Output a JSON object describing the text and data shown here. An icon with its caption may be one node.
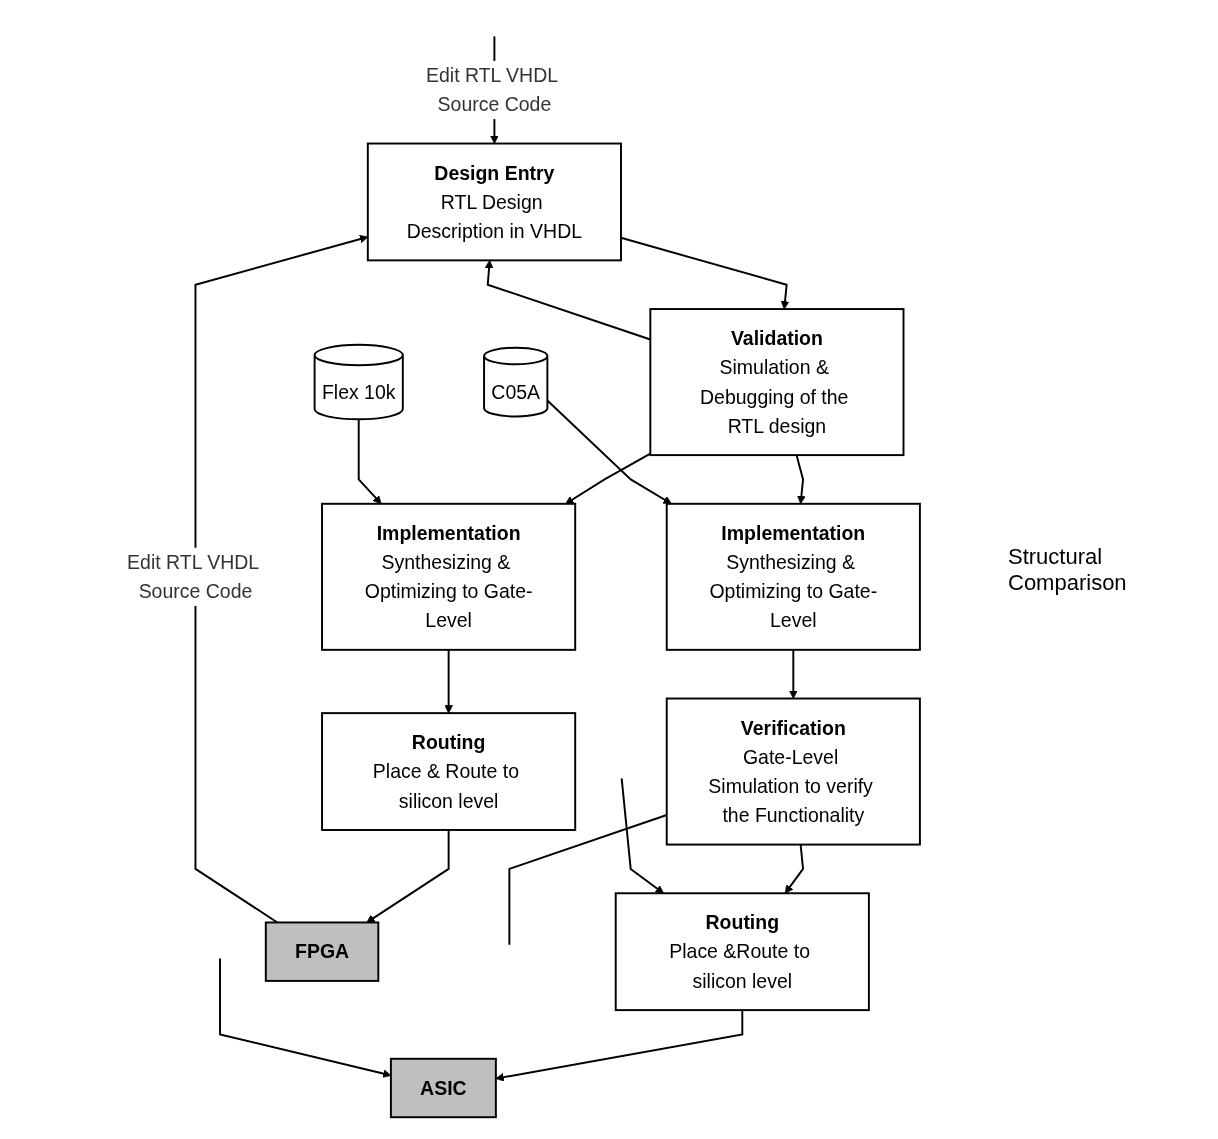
{
  "diagram": {
    "nodes": [
      {
        "text": [
          "Design Entry",
          "RTL Design Description in VHDL"
        ]
      },
      {
        "text": [
          "Validation",
          "Simulation & Debugging of the RTL design"
        ]
      },
      {
        "text": [
          "Flex 10k"
        ]
      },
      {
        "text": [
          "Implementation",
          "Synthesizing & Optimizing to Gate-Level"
        ]
      },
      {
        "text": [
          "Implementation",
          "Synthesizing & Optimizing to Gate-Level"
        ]
      },
      {
        "text": [
          "C05A"
        ]
      },
      {
        "text": [
          "Verification",
          "Gate-Level Simulation to verify the Functionality"
        ]
      },
      {
        "text": [
          "Routing",
          "Place & Route to silicon level"
        ]
      },
      {
        "text": [
          "Routing",
          "Place &Route to silicon level"
        ]
      },
      {
        "text": [
          "FPGA"
        ]
      },
      {
        "text": [
          "ASIC"
        ]
      }
    ],
    "edges": [
      {
        "from": 0,
        "to": 1,
        "arrow": "to"
      },
      {
        "from": 1,
        "to": 3,
        "arrow": "to"
      },
      {
        "from": 1,
        "to": 4,
        "arrow": "to"
      },
      {
        "from": 2,
        "to": 3,
        "arrow": "to"
      },
      {
        "from": 5,
        "to": 4,
        "arrow": "to"
      },
      {
        "from": 3,
        "to": 7,
        "arrow": "to"
      },
      {
        "from": 4,
        "to": 6,
        "arrow": "to"
      },
      {
        "from": 6,
        "to": 8,
        "arrow": "to"
      },
      {
        "from": 7,
        "to": 9,
        "arrow": "to"
      },
      {
        "from": 8,
        "to": 10,
        "arrow": "to"
      },
      {
        "from": 9,
        "to": 0,
        "arrow": "to",
        "label": "Edit RTL VHDL Source Code"
      },
      {
        "from": 1,
        "to": 0,
        "arrow": "to"
      },
      {
        "from": null,
        "to": 0,
        "arrow": "to",
        "label": "Edit RTL VHDL Source Code"
      },
      {
        "from": 6,
        "to": null,
        "arrow": "none"
      },
      {
        "from": null,
        "to": 8,
        "arrow": "to"
      },
      {
        "from": null,
        "to": 10,
        "arrow": "to"
      }
    ],
    "labels": [
      "Structural Comparison"
    ]
  }
}
